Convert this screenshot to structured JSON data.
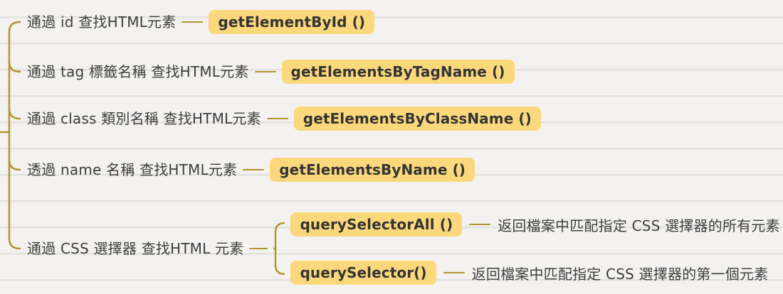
{
  "colors": {
    "highlight": "#fbd87c",
    "line": "#b2952f",
    "text": "#3e3e3e",
    "background": "#f3f2f0"
  },
  "rows": [
    {
      "label": "通過 id 查找HTML元素",
      "method": "getElementById ()"
    },
    {
      "label": "通過 tag 標籤名稱 查找HTML元素",
      "method": "getElementsByTagName ()"
    },
    {
      "label": "通過 class 類別名稱 查找HTML元素",
      "method": "getElementsByClassName ()"
    },
    {
      "label": "透過 name 名稱 查找HTML元素",
      "method": "getElementsByName ()"
    }
  ],
  "css_row": {
    "label": "通過 CSS 選擇器 查找HTML 元素",
    "children": [
      {
        "method": "querySelectorAll ()",
        "desc": "返回檔案中匹配指定 CSS 選擇器的所有元素"
      },
      {
        "method": "querySelector()",
        "desc": "返回檔案中匹配指定 CSS 選擇器的第一個元素"
      }
    ]
  }
}
